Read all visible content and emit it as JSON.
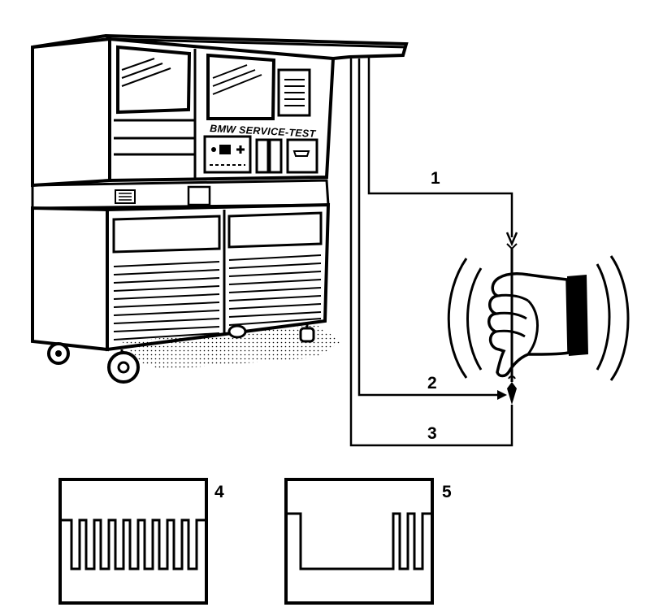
{
  "tester": {
    "brand_text": "BMW SERVICE-TEST"
  },
  "wires": {
    "label_1": "1",
    "label_2": "2",
    "label_3": "3"
  },
  "waveforms": {
    "label_4": "4",
    "label_5": "5"
  },
  "hand": {
    "icon": "hand-tapping-icon"
  }
}
